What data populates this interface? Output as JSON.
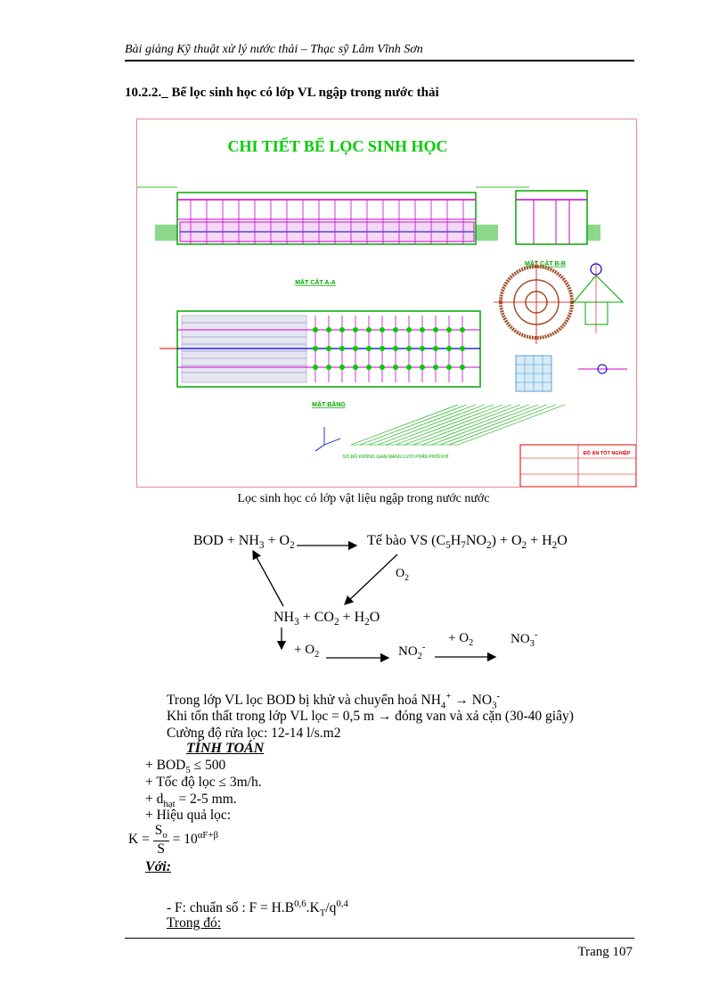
{
  "header": {
    "title": "Bài giảng Kỹ thuật xử lý nước thải – Thạc sỹ Lâm Vĩnh Sơn"
  },
  "section": {
    "heading": "10.2.2._ Bể lọc sinh học có lớp VL ngập trong nước thải"
  },
  "figure": {
    "title": "CHI TIẾT BỂ LỌC SINH HỌC",
    "label_section_aa": "MẶT CẮT A-A",
    "label_section_bb": "MẶT CẮT B-B",
    "label_plan": "MẶT BẰNG",
    "label_graph_caption": "SƠ ĐỒ KHÔNG GIAN MÀNG LƯỚI PHÂN PHỐI KHÍ",
    "title_block_main": "ĐỒ ÁN TỐT NGHIỆP",
    "caption": "Lọc sinh học có lớp vật liệu ngập trong nước nước"
  },
  "reaction": {
    "left": "BOD  + NH",
    "left_sub": "3",
    "left_rest": " + O",
    "left_sub2": "2",
    "right": "Tế bào VS (C",
    "right_s1": "5",
    "right_h": "H",
    "right_s2": "7",
    "right_no": "NO",
    "right_s3": "2",
    "right_tail": ") + O",
    "right_s4": "2",
    "right_tail2": " + H",
    "right_s5": "2",
    "right_tail3": "O",
    "o2": "O",
    "o2_sub": "2",
    "mid": "NH",
    "mid_s1": "3",
    "mid_co": " + CO",
    "mid_s2": "2",
    "mid_h": " + H",
    "mid_s3": "2",
    "mid_o": "O",
    "plus_o2_a": "+ O",
    "plus_o2_a_sub": "2",
    "no2": "NO",
    "no2_sub": "2",
    "no2_sup": "-",
    "plus_o2_b": "+ O",
    "plus_o2_b_sub": "2",
    "no3": "NO",
    "no3_sub": "3",
    "no3_sup": "-"
  },
  "text": {
    "l1a": "Trong lớp VL lọc BOD bị khử và chuyển hoá NH",
    "l1_sub": "4",
    "l1_sup": "+",
    "l1_arrow": " → ",
    "l1b": "NO",
    "l1b_sub": "3",
    "l1b_sup": "-",
    "l2": "Khi tổn thất trong lớp VL lọc = 0,5 m → đóng van và xả cặn (30-40 giây)",
    "l3": "Cường độ rửa lọc: 12-14 l/s.m2",
    "tinh_toan": "TÍNH TOÁN",
    "b1": "+ BOD",
    "b1_sub": "5",
    "b1_rest": " ≤ 500",
    "b2": "+ Tốc độ lọc ≤ 3m/h.",
    "b3": "+ d",
    "b3_sub": "hạt",
    "b3_rest": " = 2-5 mm.",
    "b4": "+ Hiệu quả lọc:",
    "k_left": "K =",
    "k_num": "S",
    "k_num_sub": "o",
    "k_den": "S",
    "k_right": "= 10",
    "k_exp": "αF+β",
    "voi": "Với:",
    "f_line": "-   F: chuẩn số   : F = H.B",
    "f_sup1": "0,6",
    "f_mid": ".K",
    "f_sub": "T",
    "f_mid2": "/q",
    "f_sup2": "0,4",
    "trong_do": "Trong đó:"
  },
  "footer": {
    "page": "Trang 107"
  },
  "colors": {
    "drawing_green": "#00cc00",
    "drawing_magenta": "#d100d1",
    "drawing_red": "#e00000",
    "frame": "#f08a8a"
  }
}
